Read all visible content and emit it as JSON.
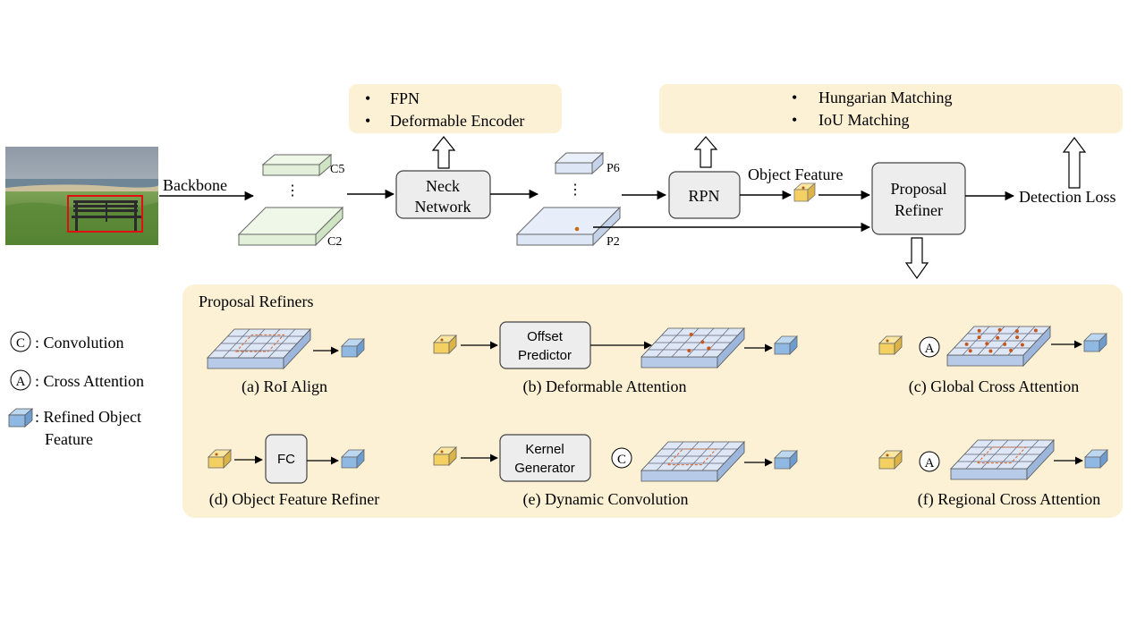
{
  "pipeline": {
    "backbone_label": "Backbone",
    "c5_label": "C5",
    "c2_label": "C2",
    "neck_line1": "Neck",
    "neck_line2": "Network",
    "p6_label": "P6",
    "p2_label": "P2",
    "rpn_label": "RPN",
    "object_feature_label": "Object Feature",
    "refiner_line1": "Proposal",
    "refiner_line2": "Refiner",
    "detection_loss_label": "Detection Loss"
  },
  "neck_options": [
    "FPN",
    "Deformable Encoder"
  ],
  "matching_options": [
    "Hungarian Matching",
    "IoU Matching"
  ],
  "legend": {
    "convolution_symbol": "C",
    "convolution_label": ": Convolution",
    "attention_symbol": "A",
    "attention_label": ": Cross Attention",
    "refined_label_line1": ": Refined Object",
    "refined_label_line2": "Feature"
  },
  "refiners": {
    "title": "Proposal Refiners",
    "roi_align": "(a) RoI Align",
    "deformable_attention": "(b) Deformable Attention",
    "offset_line1": "Offset",
    "offset_line2": "Predictor",
    "global_cross_attention": "(c) Global Cross Attention",
    "object_feature_refiner": "(d) Object Feature Refiner",
    "fc_label": "FC",
    "dynamic_convolution": "(e) Dynamic  Convolution",
    "kernel_line1": "Kernel",
    "kernel_line2": "Generator",
    "regional_cross_attention": "(f) Regional Cross Attention"
  }
}
